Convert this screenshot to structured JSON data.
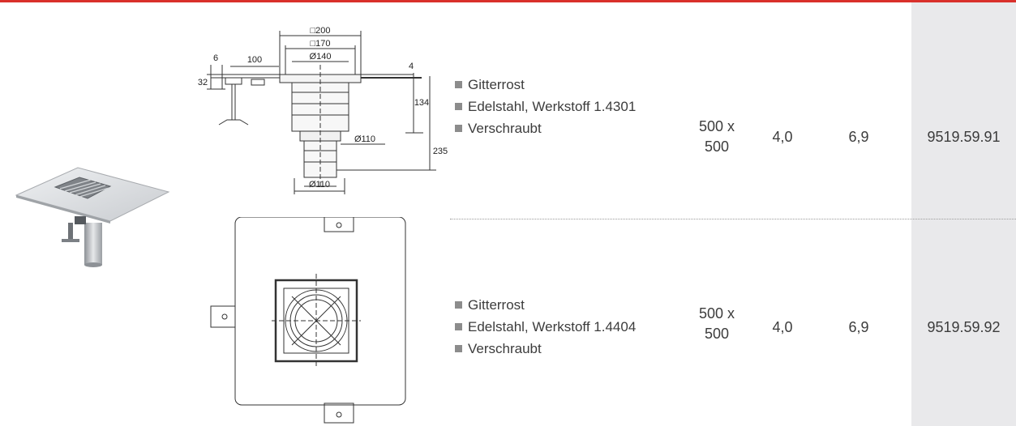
{
  "rows": [
    {
      "features": [
        "Gitterrost",
        "Edelstahl, Werkstoff 1.4301",
        "Verschraubt"
      ],
      "dimension_line1": "500 x",
      "dimension_line2": "500",
      "value1": "4,0",
      "value2": "6,9",
      "article_no": "9519.59.91"
    },
    {
      "features": [
        "Gitterrost",
        "Edelstahl, Werkstoff 1.4404",
        "Verschraubt"
      ],
      "dimension_line1": "500 x",
      "dimension_line2": "500",
      "value1": "4,0",
      "value2": "6,9",
      "article_no": "9519.59.92"
    }
  ],
  "drawing_labels": {
    "sq200": "□200",
    "sq170": "□170",
    "dia140": "Ø140",
    "dim6": "6",
    "dim100": "100",
    "dim32": "32",
    "dim4": "4",
    "dim134": "134",
    "dia110_side": "Ø110",
    "dim235": "235",
    "dia110_bottom": "Ø110"
  },
  "colors": {
    "accent_rule": "#d9302b",
    "article_column": "#e9e9eb"
  }
}
